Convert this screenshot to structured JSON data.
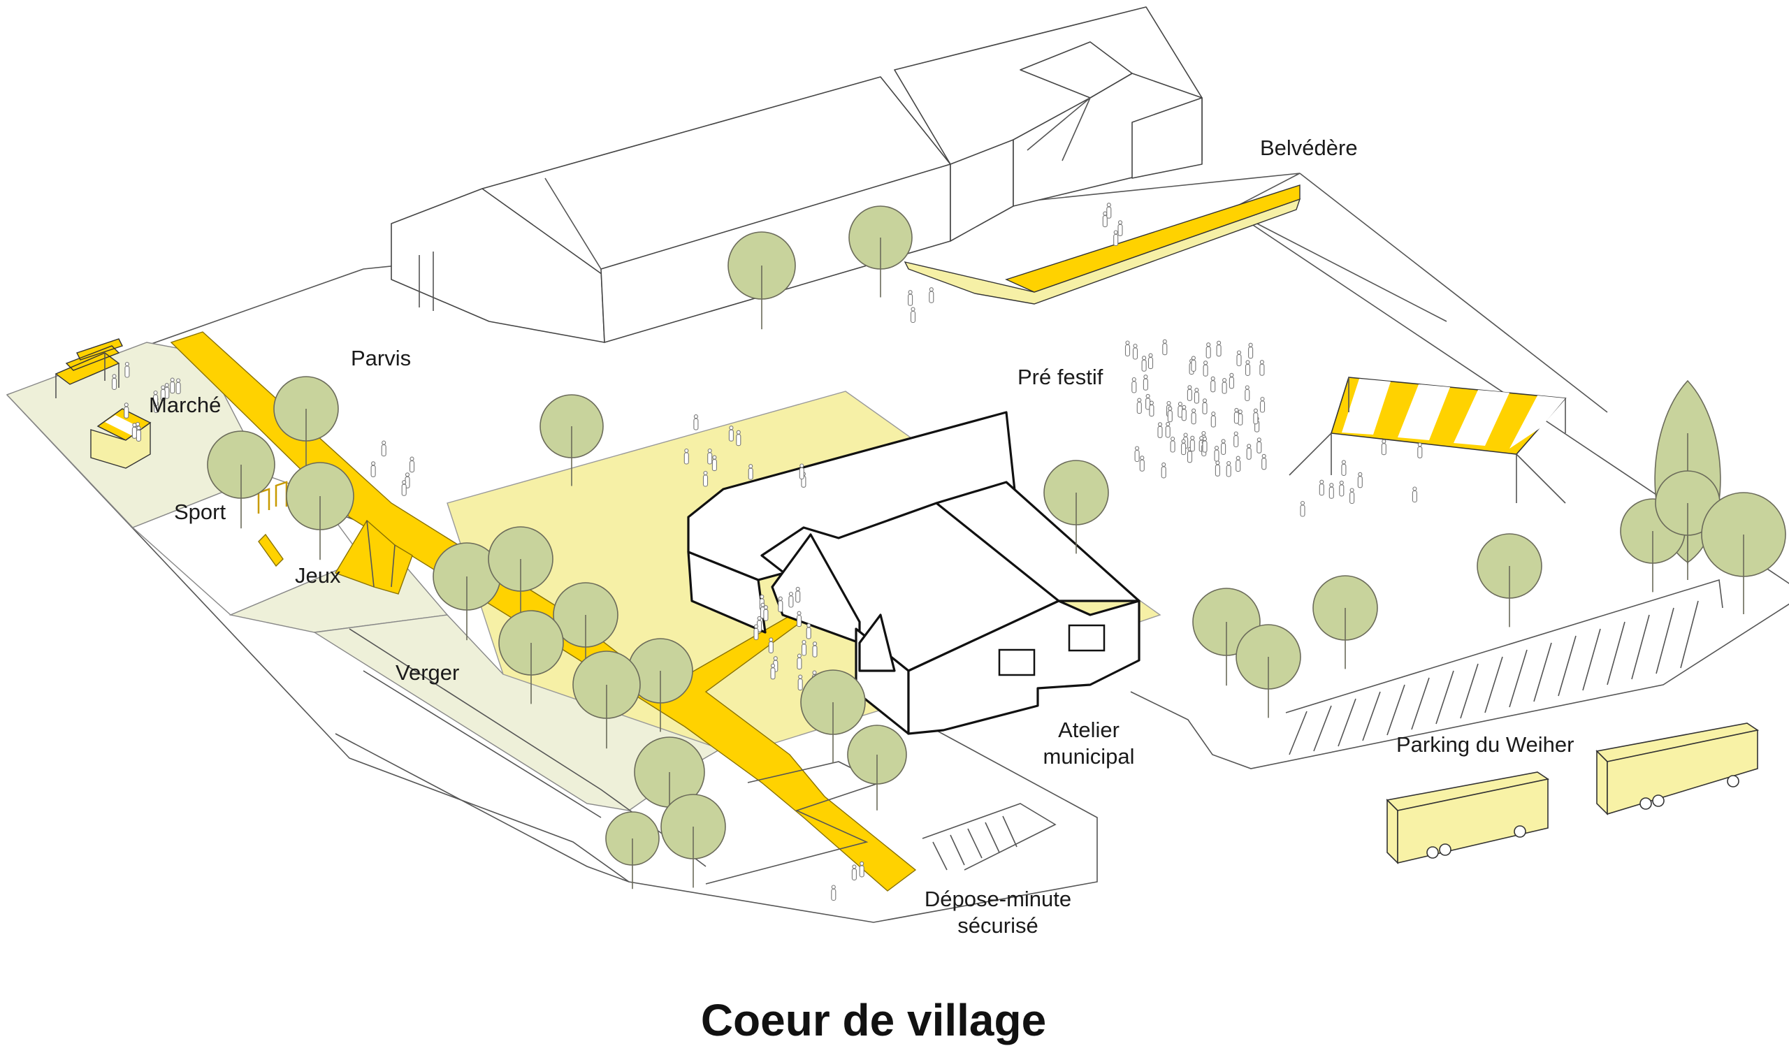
{
  "diagram": {
    "title": "Coeur de village",
    "labels": {
      "belvedere": "Belvédère",
      "parvis": "Parvis",
      "pre_festif": "Pré festif",
      "marche": "Marché",
      "sport": "Sport",
      "jeux": "Jeux",
      "verger": "Verger",
      "atelier_line1": "Atelier",
      "atelier_line2": "municipal",
      "parking": "Parking du Weiher",
      "depose_line1": "Dépose-minute",
      "depose_line2": "sécurisé"
    },
    "colors": {
      "yellow": "#ffd200",
      "pale_yellow": "#f6f0a6",
      "pale_green": "#eef0d9",
      "tree_fill": "#c8d39c",
      "bus_fill": "#f8f2a6",
      "line": "#555555"
    }
  }
}
